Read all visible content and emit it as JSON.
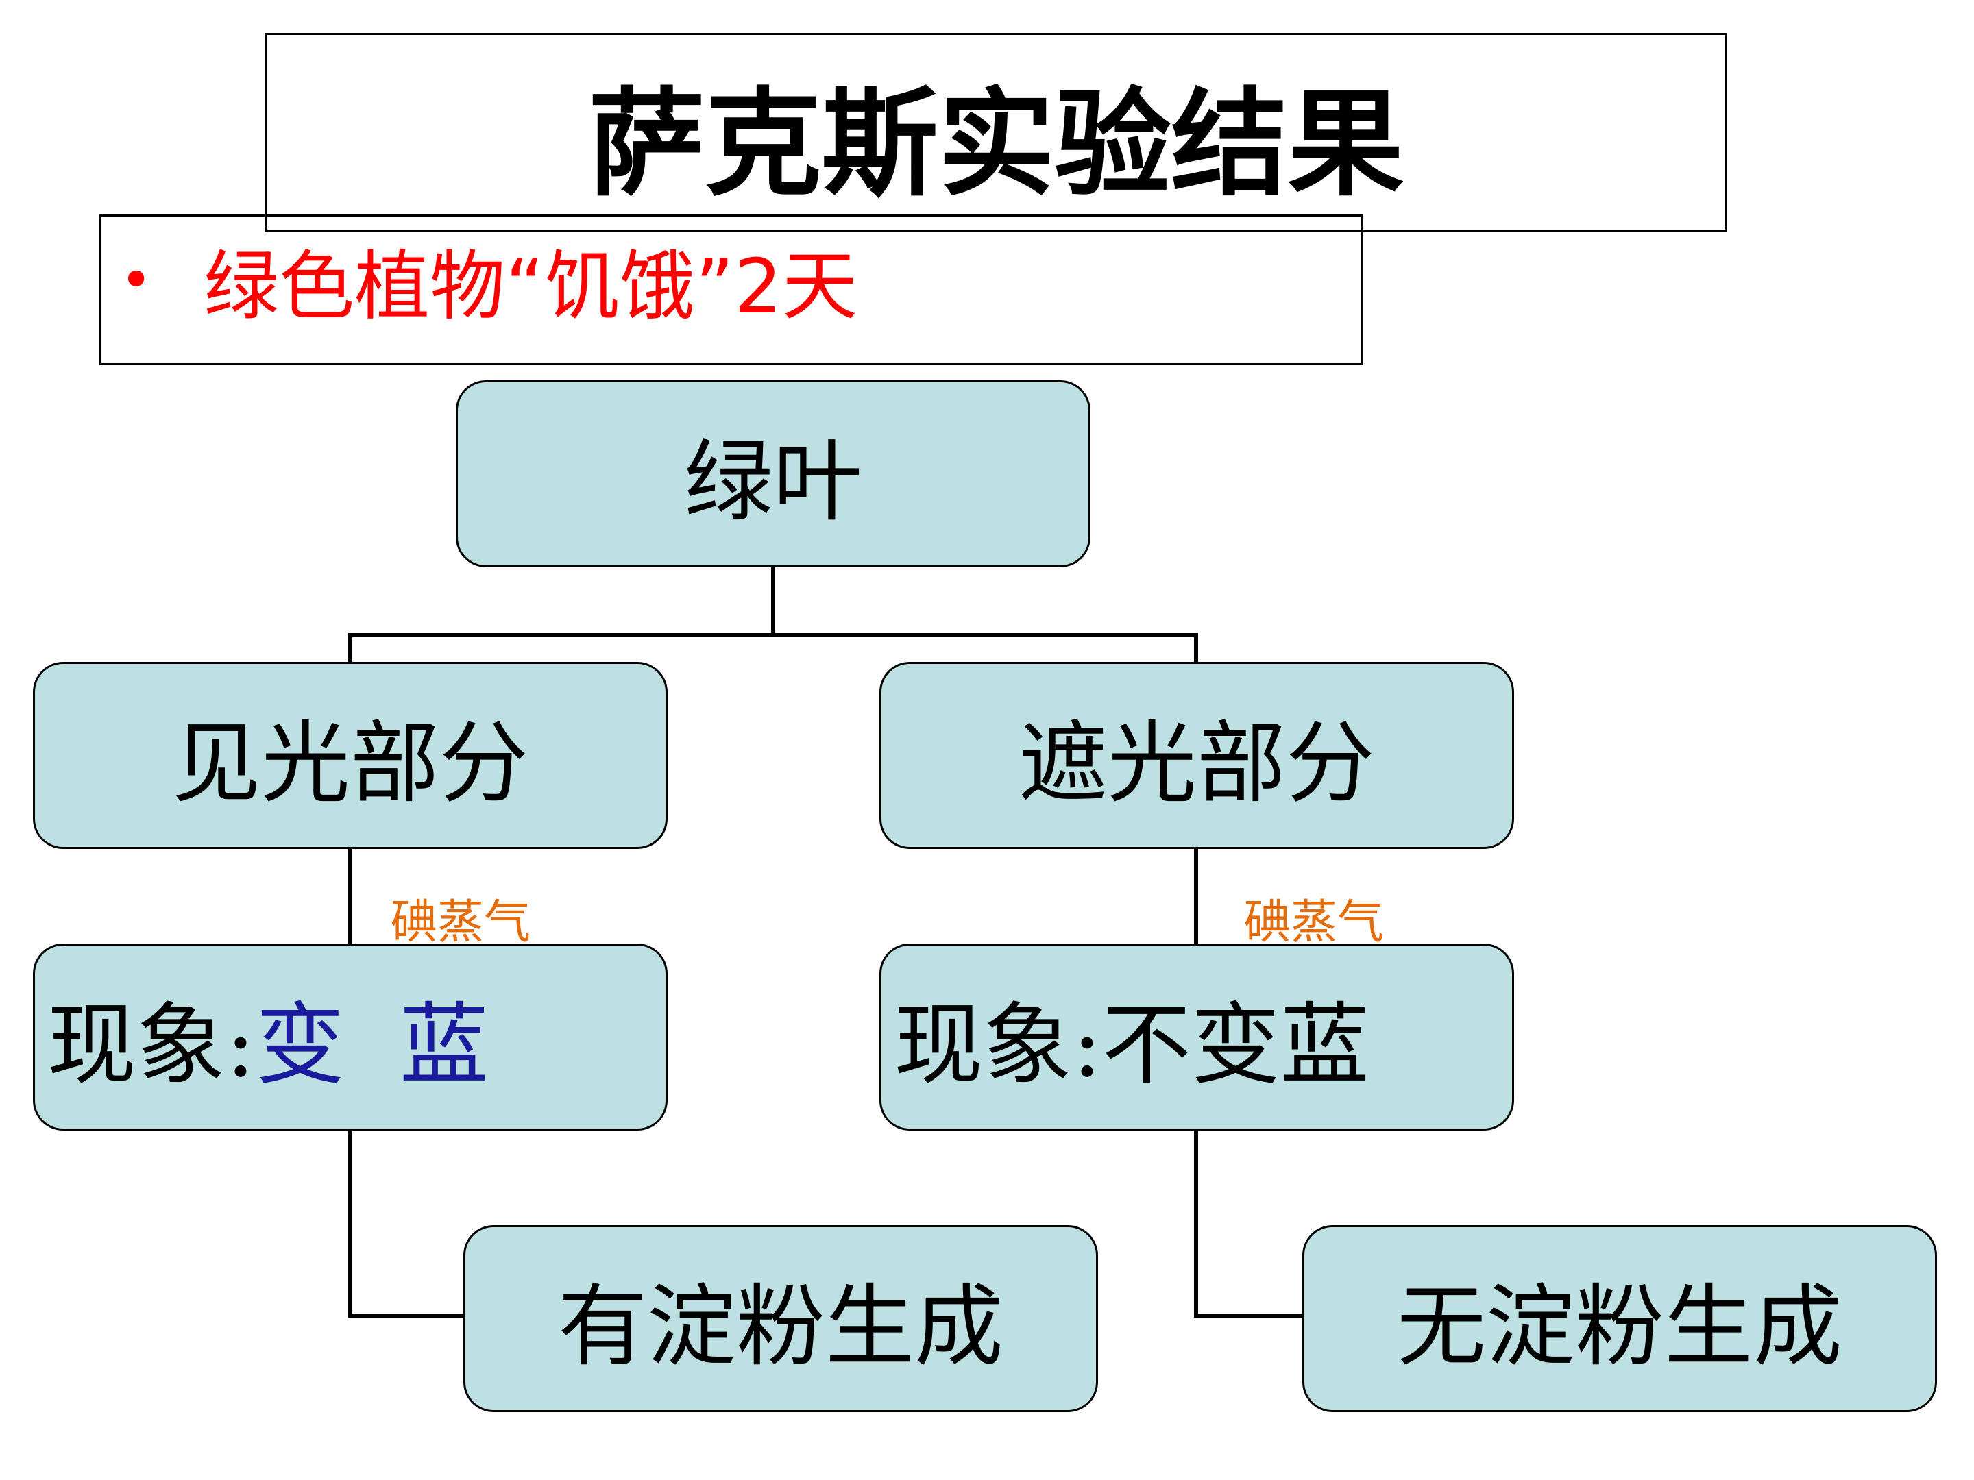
{
  "title": "萨克斯实验结果",
  "subtitle": {
    "bullet": "•",
    "text": "绿色植物“饥饿”2天"
  },
  "nodes": {
    "root": "绿叶",
    "lit_part": "见光部分",
    "shaded_part": "遮光部分",
    "result_lit": {
      "label": "现象:",
      "value_1": "变",
      "value_2": "蓝"
    },
    "result_shaded": "现象:不变蓝",
    "starch_yes": "有淀粉生成",
    "starch_no": "无淀粉生成"
  },
  "reagent": {
    "left": "碘蒸气",
    "right": "碘蒸气"
  },
  "colors": {
    "node_fill": "#bde0e3",
    "subtitle": "#ff0000",
    "reagent": "#e46c0a",
    "highlight_blue": "#1a1a9c"
  }
}
